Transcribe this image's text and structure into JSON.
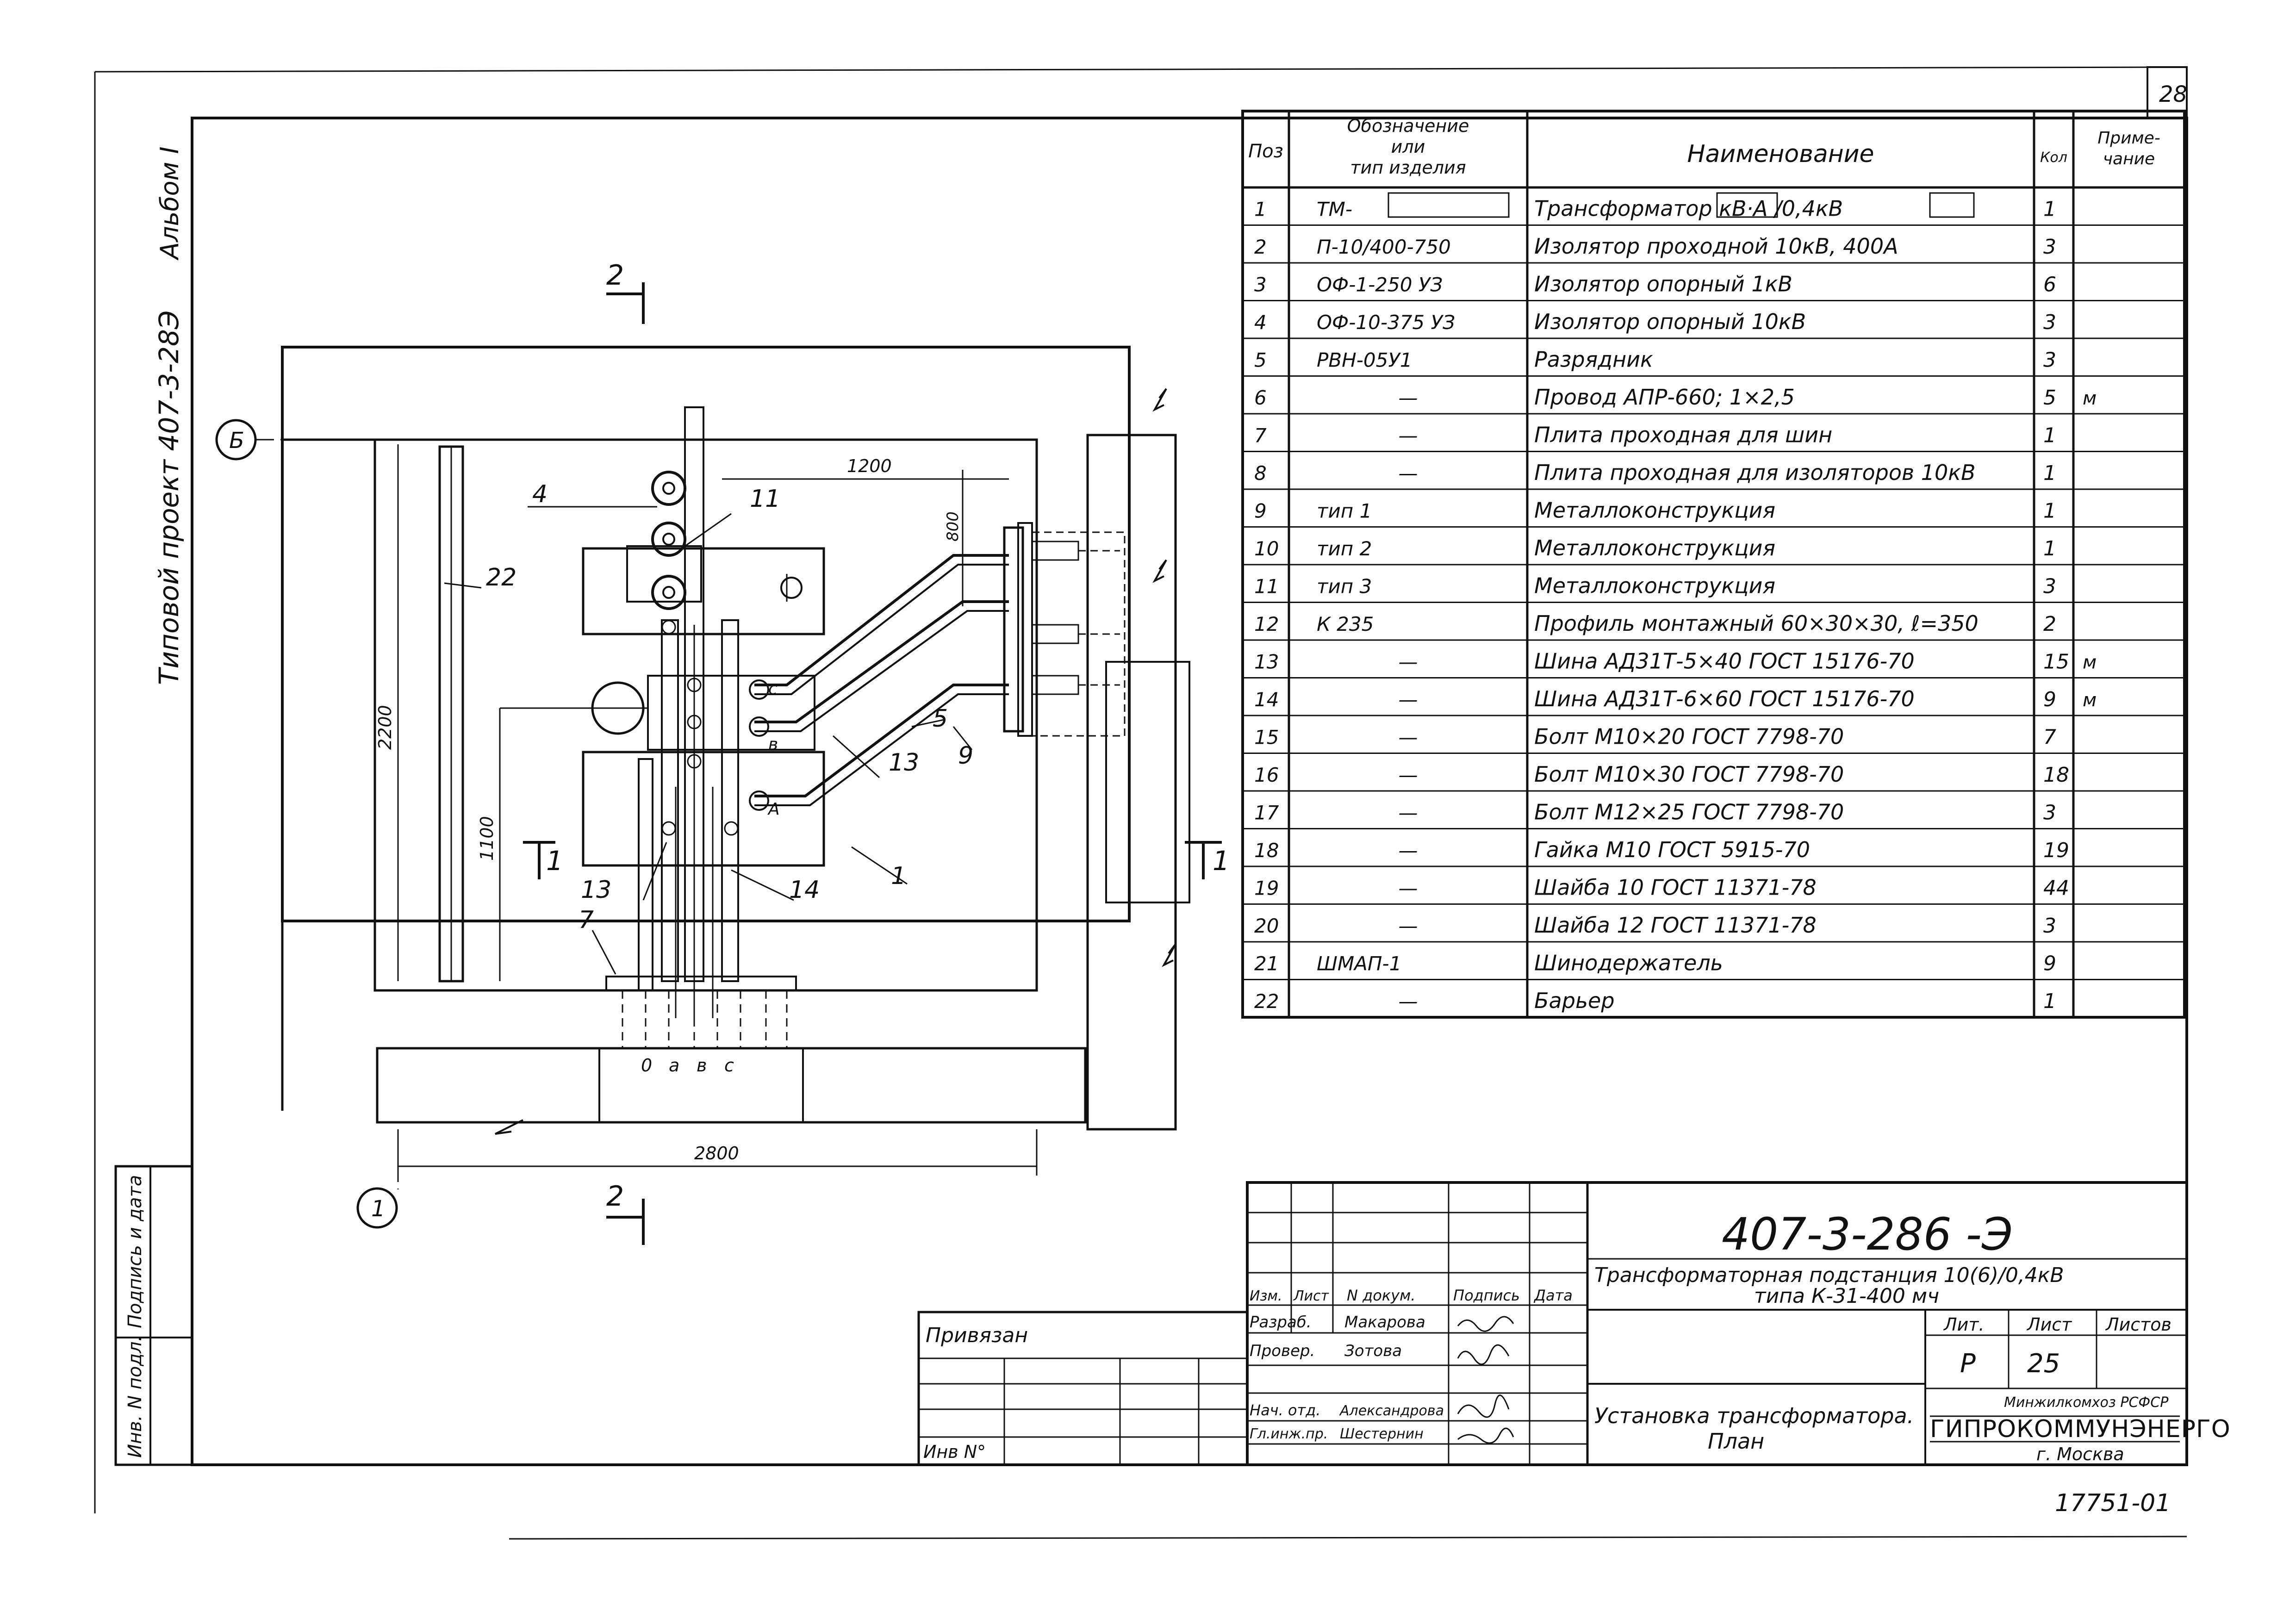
{
  "sheet": {
    "page_number": "28",
    "album_label": "Альбом I",
    "project_label": "Типовой проект 407-3-28Э",
    "side_stamp": [
      "Инв. N подл.",
      "Подпись и дата"
    ]
  },
  "drawing": {
    "dim_1200": "1200",
    "dim_800": "800",
    "dim_2200": "2200",
    "dim_1100": "1100",
    "dim_2800": "2800",
    "axis_b": "Б",
    "axis_1": "1",
    "section_2": "2",
    "section_1": "1",
    "callouts": [
      "1",
      "4",
      "5",
      "7",
      "9",
      "11",
      "13",
      "13",
      "14",
      "22"
    ],
    "phase_letters": [
      "0",
      "а",
      "в",
      "с"
    ],
    "phase_marks": [
      "с",
      "в",
      "А"
    ]
  },
  "spec_table": {
    "headers": [
      "Поз",
      "Обозначение или тип изделия",
      "Наименование",
      "Кол",
      "Приме-чание"
    ],
    "rows": [
      [
        "1",
        "ТМ-",
        "Трансформатор        кВ·А       /0,4кВ",
        "1",
        ""
      ],
      [
        "2",
        "П-10/400-750",
        "Изолятор проходной 10кВ, 400А",
        "3",
        ""
      ],
      [
        "3",
        "ОФ-1-250 УЗ",
        "Изолятор опорный 1кВ",
        "6",
        ""
      ],
      [
        "4",
        "ОФ-10-375 УЗ",
        "Изолятор опорный 10кВ",
        "3",
        ""
      ],
      [
        "5",
        "РВН-05У1",
        "Разрядник",
        "3",
        ""
      ],
      [
        "6",
        "—",
        "Провод АПР-660; 1×2,5",
        "5",
        "м"
      ],
      [
        "7",
        "—",
        "Плита проходная для шин",
        "1",
        ""
      ],
      [
        "8",
        "—",
        "Плита проходная для изоляторов 10кВ",
        "1",
        ""
      ],
      [
        "9",
        "тип 1",
        "Металлоконструкция",
        "1",
        ""
      ],
      [
        "10",
        "тип 2",
        "Металлоконструкция",
        "1",
        ""
      ],
      [
        "11",
        "тип 3",
        "Металлоконструкция",
        "3",
        ""
      ],
      [
        "12",
        "К 235",
        "Профиль монтажный 60×30×30, ℓ=350",
        "2",
        ""
      ],
      [
        "13",
        "—",
        "Шина АД31Т-5×40  ГОСТ 15176-70",
        "15",
        "м"
      ],
      [
        "14",
        "—",
        "Шина АД31Т-6×60  ГОСТ 15176-70",
        "9",
        "м"
      ],
      [
        "15",
        "—",
        "Болт М10×20  ГОСТ 7798-70",
        "7",
        ""
      ],
      [
        "16",
        "—",
        "Болт М10×30  ГОСТ 7798-70",
        "18",
        ""
      ],
      [
        "17",
        "—",
        "Болт М12×25  ГОСТ 7798-70",
        "3",
        ""
      ],
      [
        "18",
        "—",
        "Гайка М10  ГОСТ 5915-70",
        "19",
        ""
      ],
      [
        "19",
        "—",
        "Шайба 10  ГОСТ 11371-78",
        "44",
        ""
      ],
      [
        "20",
        "—",
        "Шайба 12  ГОСТ 11371-78",
        "3",
        ""
      ],
      [
        "21",
        "ШМАП-1",
        "Шинодержатель",
        "9",
        ""
      ],
      [
        "22",
        "—",
        "Барьер",
        "1",
        ""
      ]
    ]
  },
  "title_block": {
    "doc_code": "407-3-286  -Э",
    "title_line1": "Трансформаторная подстанция 10(6)/0,4кВ",
    "title_line2": "типа К-31-400 мч",
    "sheet_title_line1": "Установка трансформатора.",
    "sheet_title_line2": "План",
    "col_headers": [
      "Изм.",
      "Лист",
      "N докум.",
      "Подпись",
      "Дата"
    ],
    "roles": [
      {
        "role": "Разраб.",
        "name": "Макарова"
      },
      {
        "role": "Провер.",
        "name": "Зотова"
      },
      {
        "role": "Нач. отд.",
        "name": "Александрова"
      },
      {
        "role": "Гл.инж.пр.",
        "name": "Шестернин"
      }
    ],
    "lit_label": "Лит.",
    "list_label": "Лист",
    "listov_label": "Листов",
    "lit_value": "Р",
    "list_value": "25",
    "ministry": "Минжилкомхоз РСФСР",
    "org": "ГИПРОКОММУНЭНЕРГО",
    "city": "г. Москва",
    "privyazan": "Привязан",
    "inv_no": "Инв N°",
    "archive_no": "17751-01"
  }
}
